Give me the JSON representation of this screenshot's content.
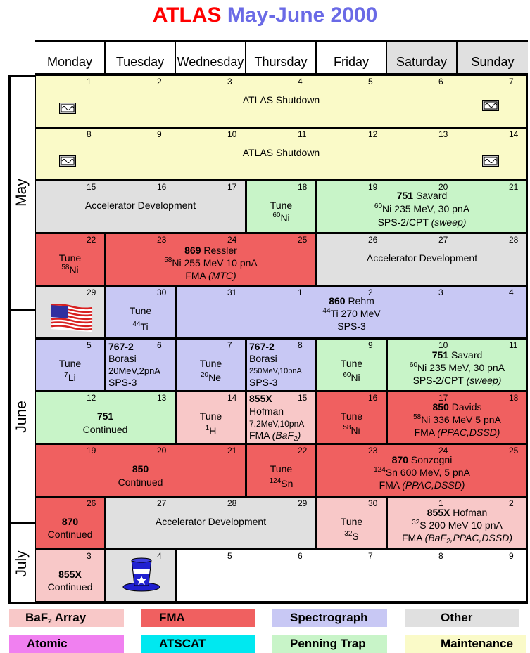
{
  "title": {
    "part1": "ATLAS",
    "part2": "May-June 2000",
    "color1": "#ff0000",
    "color2": "#6a6ae6"
  },
  "days": [
    "Monday",
    "Tuesday",
    "Wednesday",
    "Thursday",
    "Friday",
    "Saturday",
    "Sunday"
  ],
  "months": {
    "may": "May",
    "june": "June",
    "july": "July"
  },
  "colors": {
    "baf2": "#f8c8c8",
    "fma": "#f06060",
    "spectrograph": "#c8c8f4",
    "other": "#e0e0e0",
    "atomic": "#f080f0",
    "atscat": "#00e8f0",
    "penning": "#c8f4c8",
    "maintenance": "#fafac8",
    "weekend_header": "#e0e0e0",
    "border": "#000000"
  },
  "date_numbers": [
    [
      "1",
      "2",
      "3",
      "4",
      "5",
      "6",
      "7"
    ],
    [
      "8",
      "9",
      "10",
      "11",
      "12",
      "13",
      "14"
    ],
    [
      "15",
      "16",
      "17",
      "18",
      "19",
      "20",
      "21"
    ],
    [
      "22",
      "23",
      "24",
      "25",
      "26",
      "27",
      "28"
    ],
    [
      "29",
      "30",
      "31",
      "1",
      "2",
      "3",
      "4"
    ],
    [
      "5",
      "6",
      "7",
      "8",
      "9",
      "10",
      "11"
    ],
    [
      "12",
      "13",
      "14",
      "15",
      "16",
      "17",
      "18"
    ],
    [
      "19",
      "20",
      "21",
      "22",
      "23",
      "24",
      "25"
    ],
    [
      "26",
      "27",
      "28",
      "29",
      "30",
      "1",
      "2"
    ],
    [
      "3",
      "4",
      "5",
      "6",
      "7",
      "8",
      "9"
    ]
  ],
  "events": {
    "w1": {
      "text": "ATLAS Shutdown"
    },
    "w2": {
      "text": "ATLAS Shutdown"
    },
    "w3a": {
      "text": "Accelerator Development"
    },
    "w3b": {
      "line1": "Tune",
      "iso": "60",
      "el": "Ni"
    },
    "w3c": {
      "exp": "751",
      "name": "Savard",
      "iso": "60",
      "beam": "Ni 235 MeV, 30 pnA",
      "setup": "SPS-2/CPT ",
      "note": "(sweep)"
    },
    "w4a": {
      "line1": "Tune",
      "iso": "58",
      "el": "Ni"
    },
    "w4b": {
      "exp": "869",
      "name": "Ressler",
      "iso": "58",
      "beam": "Ni 255 MeV 10 pnA",
      "setup": "FMA ",
      "note": "(MTC)"
    },
    "w4c": {
      "text": "Accelerator Development"
    },
    "w5b": {
      "line1": "Tune",
      "iso": "44",
      "el": "Ti"
    },
    "w5c": {
      "exp": "860",
      "name": "Rehm",
      "iso": "44",
      "beam": "Ti 270 MeV",
      "setup": "SPS-3"
    },
    "w6a": {
      "line1": "Tune",
      "iso": "7",
      "el": "Li"
    },
    "w6b": {
      "exp": "767-2",
      "line2": "Borasi",
      "line3": "20MeV,2pnA",
      "line4": "SPS-3"
    },
    "w6c": {
      "line1": "Tune",
      "iso": "20",
      "el": "Ne"
    },
    "w6d": {
      "exp": "767-2",
      "line2": "Borasi",
      "line3": "250MeV,10pnA",
      "line4": "SPS-3"
    },
    "w6e": {
      "line1": "Tune",
      "iso": "60",
      "el": "Ni"
    },
    "w6f": {
      "exp": "751",
      "name": "Savard",
      "iso": "60",
      "beam": "Ni 235 MeV, 30 pnA",
      "setup": "SPS-2/CPT ",
      "note": "(sweep)"
    },
    "w7a": {
      "exp": "751",
      "line2": "Continued"
    },
    "w7b": {
      "line1": "Tune",
      "iso": "1",
      "el": "H"
    },
    "w7c": {
      "exp": "855X",
      "line2": "Hofman",
      "line3": "7.2MeV,10pnA",
      "setup": "FMA ",
      "note": "(BaF",
      "note_sub": "2",
      "note_end": ")"
    },
    "w7d": {
      "line1": "Tune",
      "iso": "58",
      "el": "Ni"
    },
    "w7e": {
      "exp": "850",
      "name": "Davids",
      "iso": "58",
      "beam": "Ni 336 MeV 5 pnA",
      "setup": "FMA ",
      "note": "(PPAC,DSSD)"
    },
    "w8a": {
      "exp": "850",
      "line2": "Continued"
    },
    "w8b": {
      "line1": "Tune",
      "iso": "124",
      "el": "Sn"
    },
    "w8c": {
      "exp": "870",
      "name": "Sonzogni",
      "iso": "124",
      "beam": "Sn 600 MeV, 5 pnA",
      "setup": "FMA ",
      "note": "(PPAC,DSSD)"
    },
    "w9a": {
      "exp": "870",
      "line2": "Continued"
    },
    "w9b": {
      "text": "Accelerator Development"
    },
    "w9c": {
      "line1": "Tune",
      "iso": "32",
      "el": "S"
    },
    "w9d": {
      "exp": "855X",
      "name": "Hofman",
      "iso": "32",
      "beam": "S 200 MeV 10 pnA",
      "setup": "FMA ",
      "note": "(BaF",
      "note_sub": "2",
      "note_end": ",PPAC,DSSD)"
    },
    "w10a": {
      "exp": "855X",
      "line2": "Continued"
    }
  },
  "legend": {
    "baf2": {
      "label": "BaF",
      "sub": "2",
      "label_end": " Array"
    },
    "fma": {
      "label": "FMA"
    },
    "spectrograph": {
      "label": "Spectrograph"
    },
    "other": {
      "label": "Other"
    },
    "atomic": {
      "label": "Atomic"
    },
    "atscat": {
      "label": "ATSCAT"
    },
    "penning": {
      "label": "Penning Trap"
    },
    "maintenance": {
      "label": "Maintenance"
    }
  },
  "icons": [
    "maintenance-icon",
    "us-flag-icon",
    "uncle-sam-hat-icon"
  ]
}
